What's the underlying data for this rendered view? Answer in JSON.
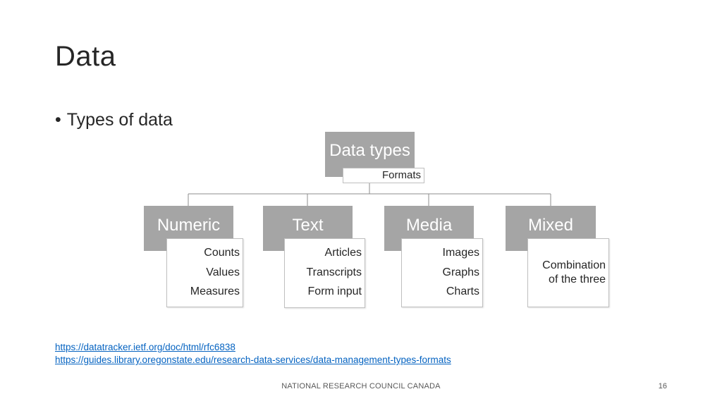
{
  "slide": {
    "title": "Data",
    "bullet": "Types of data",
    "bullet_symbol": "•"
  },
  "diagram": {
    "root": {
      "label": "Data types",
      "sub": "Formats"
    },
    "children": [
      {
        "label": "Numeric",
        "items": [
          "Counts",
          "Values",
          "Measures"
        ]
      },
      {
        "label": "Text",
        "items": [
          "Articles",
          "Transcripts",
          "Form input"
        ]
      },
      {
        "label": "Media",
        "items": [
          "Images",
          "Graphs",
          "Charts"
        ]
      },
      {
        "label": "Mixed",
        "items": [
          "Combination",
          "of the three"
        ]
      }
    ],
    "colors": {
      "box_fill": "#a5a5a5",
      "box_text": "#ffffff",
      "connector": "#8c8c8c",
      "border": "#bfbfbf"
    }
  },
  "links": [
    "https://datatracker.ietf.org/doc/html/rfc6838",
    "https://guides.library.oregonstate.edu/research-data-services/data-management-types-formats"
  ],
  "footer": {
    "org": "NATIONAL RESEARCH COUNCIL CANADA",
    "page_number": "16"
  },
  "link_color": "#0563c1"
}
